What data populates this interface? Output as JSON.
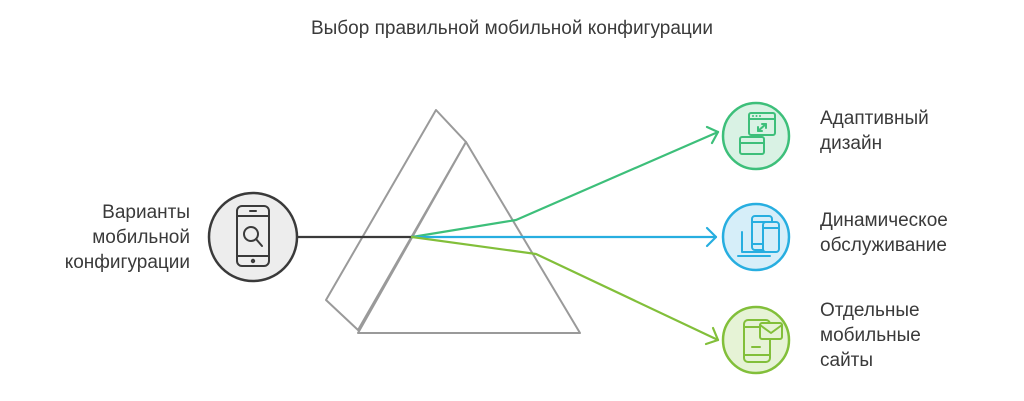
{
  "title": "Выбор правильной мобильной конфигурации",
  "source": {
    "label_lines": [
      "Варианты",
      "мобильной",
      "конфигурации"
    ],
    "icon": "smartphone-search-icon",
    "color": "#3a3a3a"
  },
  "options": [
    {
      "label_lines": [
        "Адаптивный",
        "дизайн"
      ],
      "icon": "responsive-layout-icon",
      "color": "#3dbf7a"
    },
    {
      "label_lines": [
        "Динамическое",
        "обслуживание"
      ],
      "icon": "phone-tablet-icon",
      "color": "#27aee0"
    },
    {
      "label_lines": [
        "Отдельные",
        "мобильные",
        "сайты"
      ],
      "icon": "mobile-mail-icon",
      "color": "#82bf3a"
    }
  ]
}
